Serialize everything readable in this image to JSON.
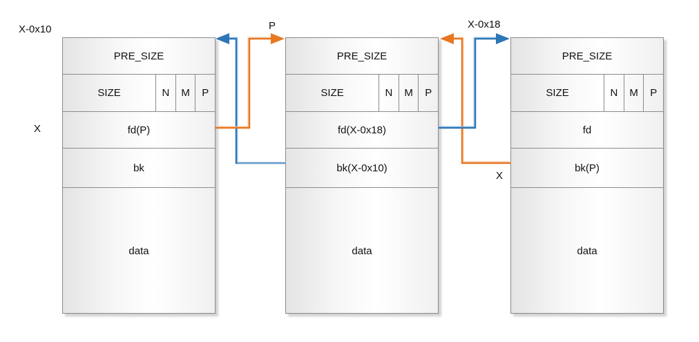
{
  "labels": {
    "x_minus_0x10": "X-0x10",
    "x_left": "X",
    "p_top": "P",
    "x_minus_0x18": "X-0x18",
    "x_right": "X"
  },
  "chunks": [
    {
      "pre_size": "PRE_SIZE",
      "size": "SIZE",
      "flags": [
        "N",
        "M",
        "P"
      ],
      "fd": "fd(P)",
      "bk": "bk",
      "data": "data"
    },
    {
      "pre_size": "PRE_SIZE",
      "size": "SIZE",
      "flags": [
        "N",
        "M",
        "P"
      ],
      "fd": "fd(X-0x18)",
      "bk": "bk(X-0x10)",
      "data": "data"
    },
    {
      "pre_size": "PRE_SIZE",
      "size": "SIZE",
      "flags": [
        "N",
        "M",
        "P"
      ],
      "fd": "fd",
      "bk": "bk(P)",
      "data": "data"
    }
  ],
  "colors": {
    "orange": "#e87722",
    "blue": "#2e75b6",
    "border": "#8a8a8a"
  }
}
